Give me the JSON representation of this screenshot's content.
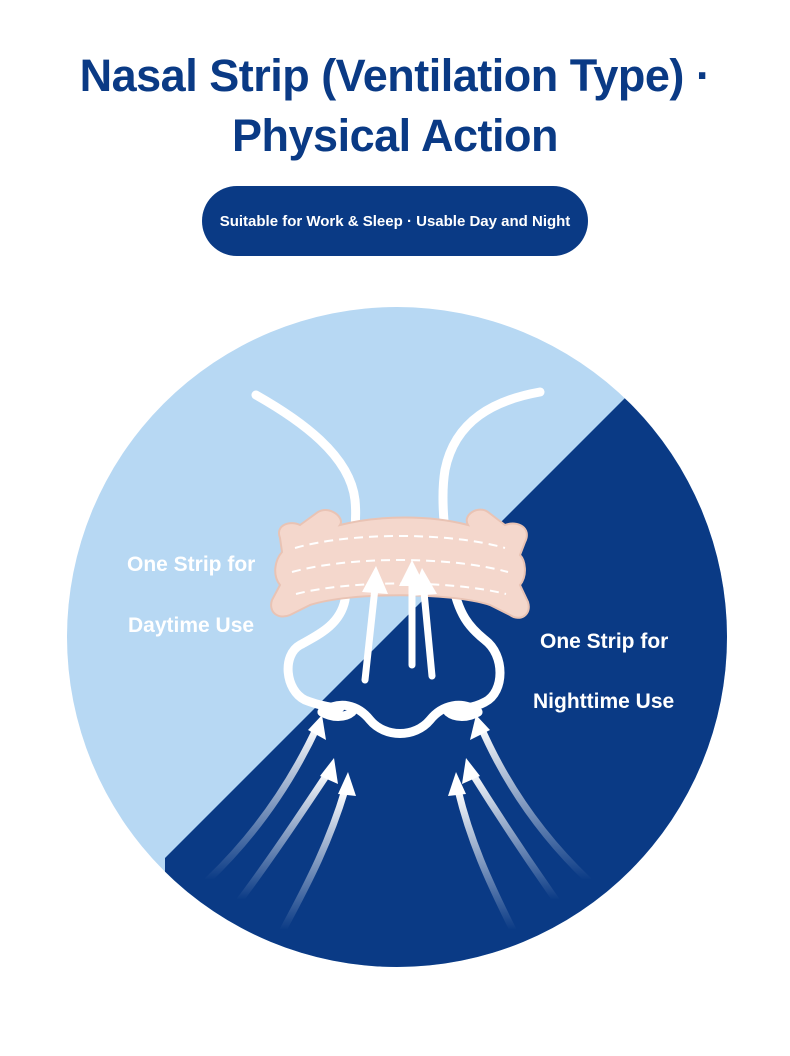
{
  "header": {
    "title_line1": "Nasal Strip (Ventilation Type) ·",
    "title_line2": "Physical Action",
    "badge": "Suitable for Work & Sleep · Usable Day and Night"
  },
  "illustration": {
    "day_label_line1": "One Strip for",
    "day_label_line2": "Daytime Use",
    "night_label_line1": "One Strip for",
    "night_label_line2": "Nighttime Use"
  },
  "colors": {
    "brand_navy": "#0a3a85",
    "light_blue": "#b7d8f3",
    "strip_peach": "#f4d7cc",
    "white": "#ffffff"
  },
  "icons": [
    "nose-outline-icon",
    "nasal-strip-icon",
    "airflow-arrow-icon"
  ]
}
